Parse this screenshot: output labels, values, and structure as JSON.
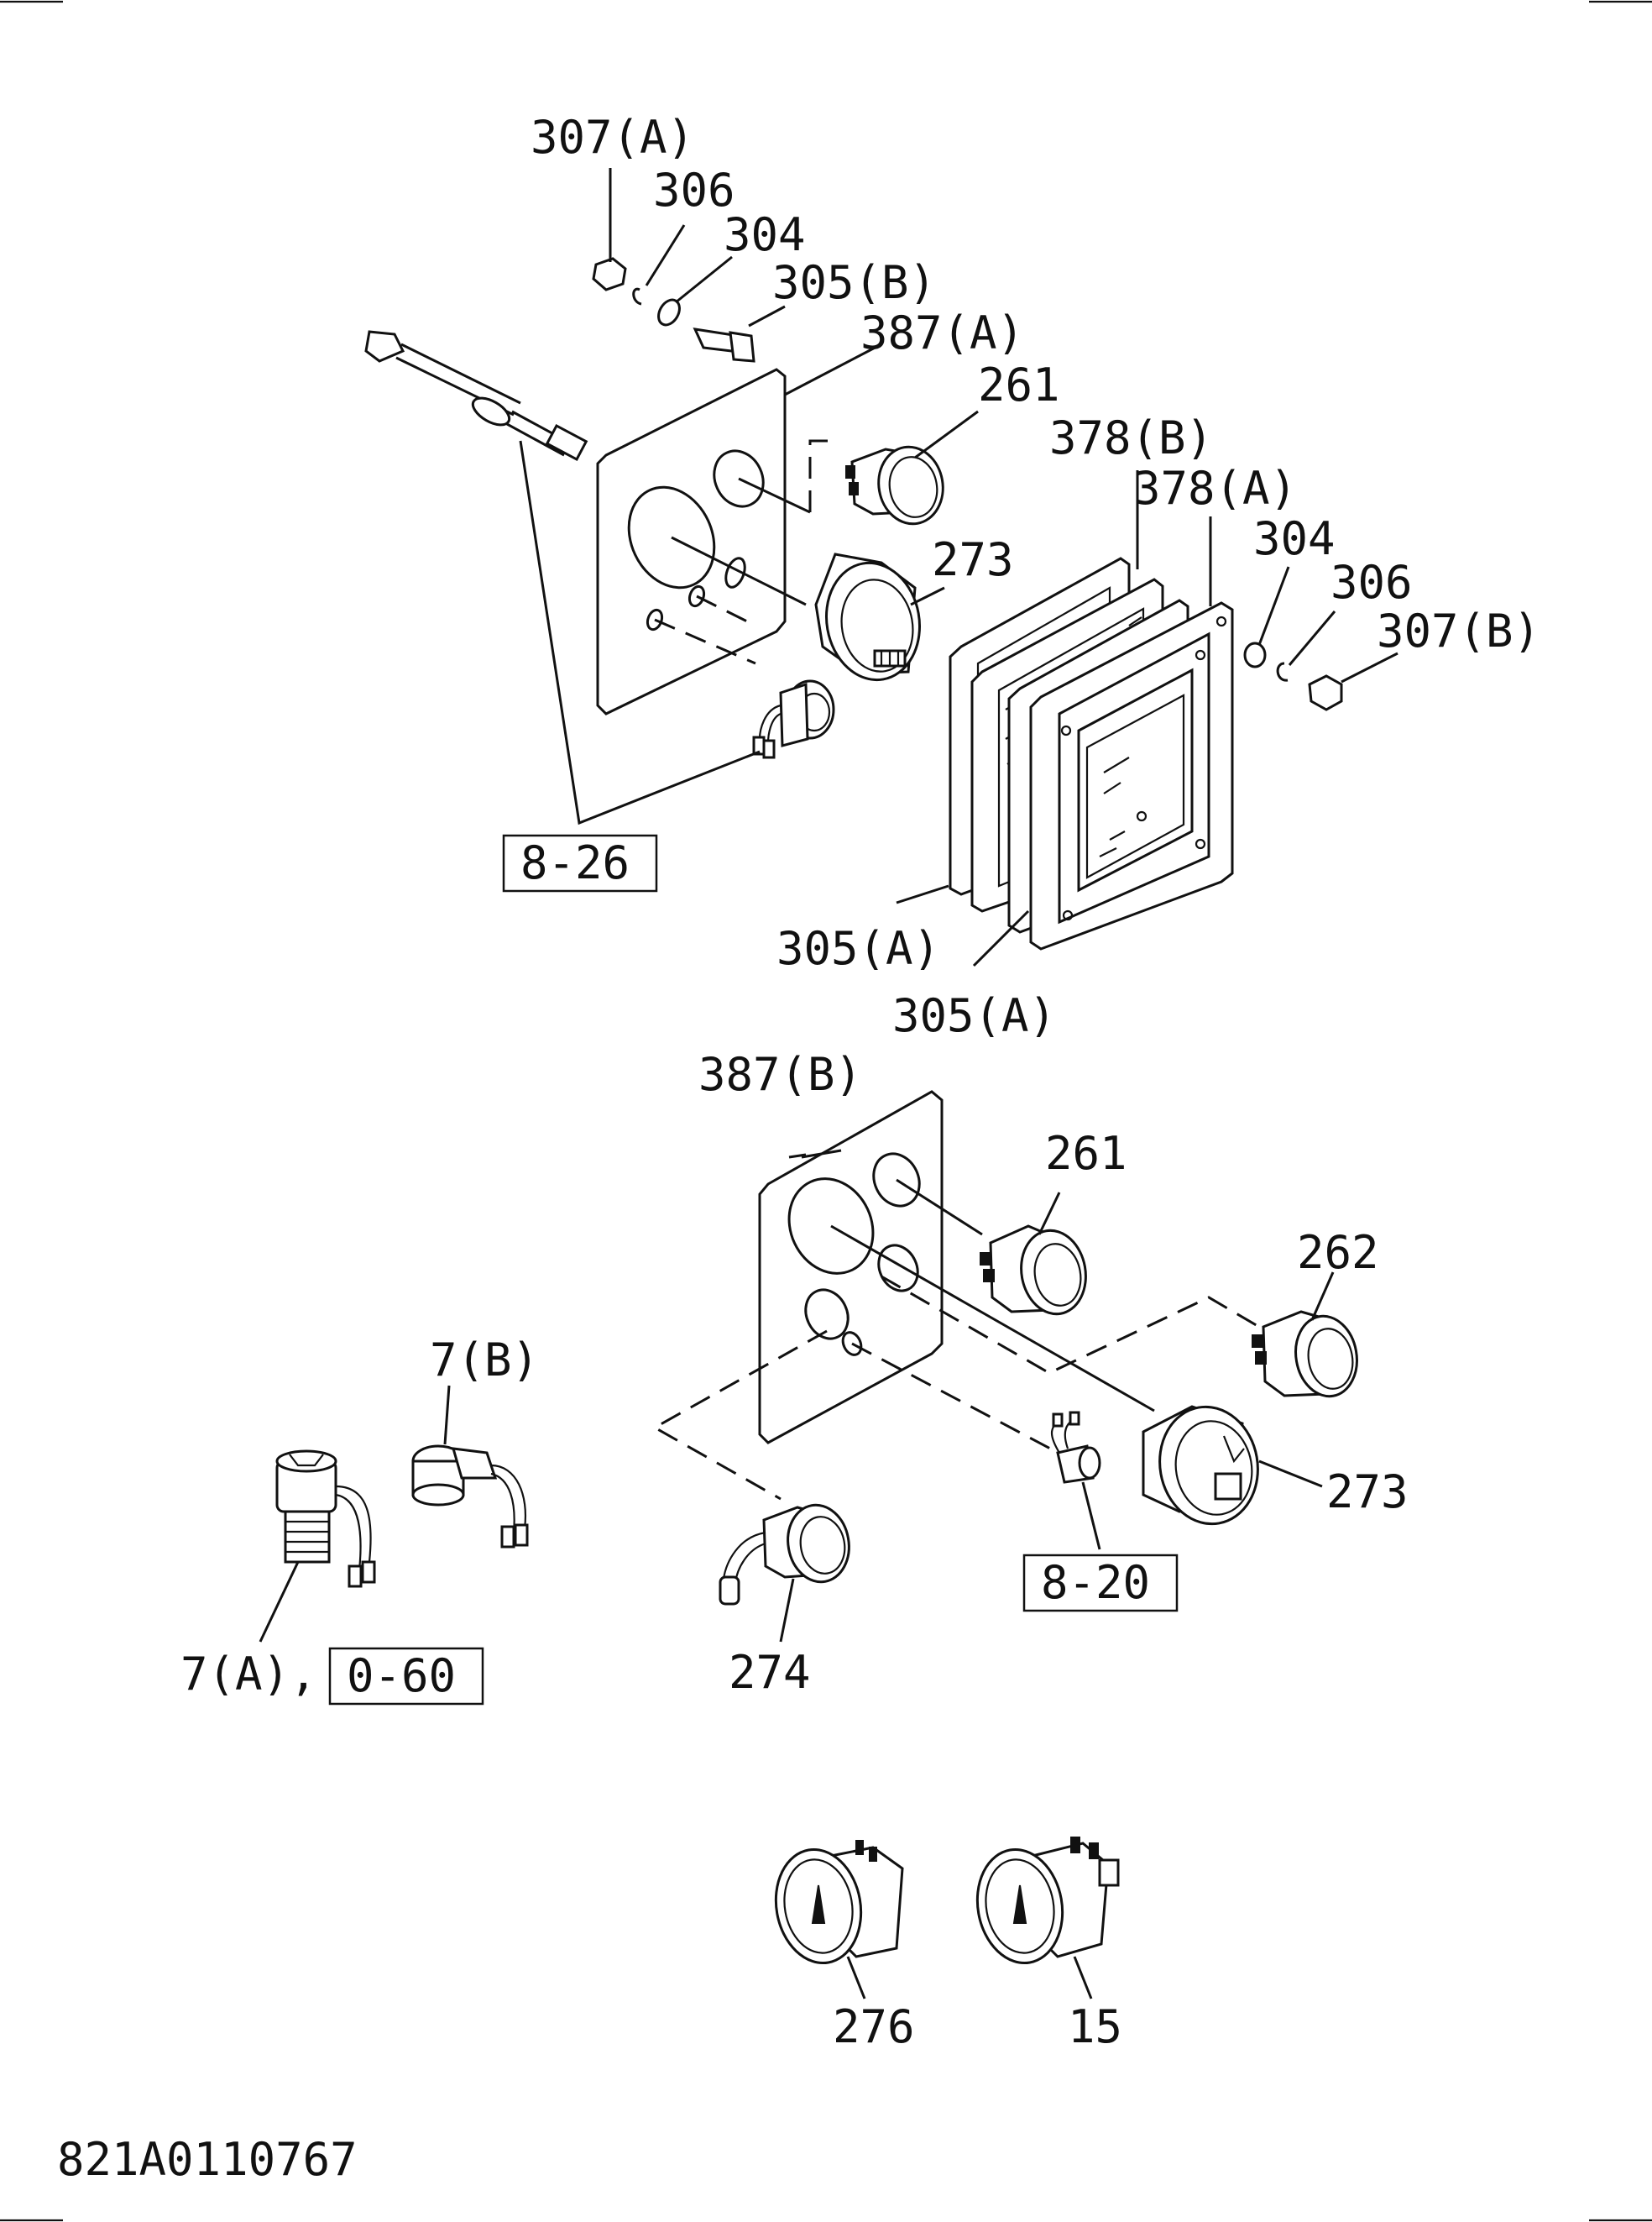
{
  "labels": {
    "p307a": "307(A)",
    "p306_top": "306",
    "p304_top": "304",
    "p305b": "305(B)",
    "p387a": "387(A)",
    "p261_top": "261",
    "p378b": "378(B)",
    "p378a": "378(A)",
    "p273_top": "273",
    "p304_right": "304",
    "p306_right": "306",
    "p307b": "307(B)",
    "p305a_1": "305(A)",
    "p305a_2": "305(A)",
    "p387b": "387(B)",
    "p261_bottom": "261",
    "p262": "262",
    "p7b": "7(B)",
    "p273_bottom": "273",
    "p274": "274",
    "p7a": "7(A),",
    "p276": "276",
    "p15": "15"
  },
  "references": {
    "ref_8_26": "8-26",
    "ref_8_20": "8-20",
    "ref_0_60": "0-60"
  },
  "document_id": "821A0110767"
}
